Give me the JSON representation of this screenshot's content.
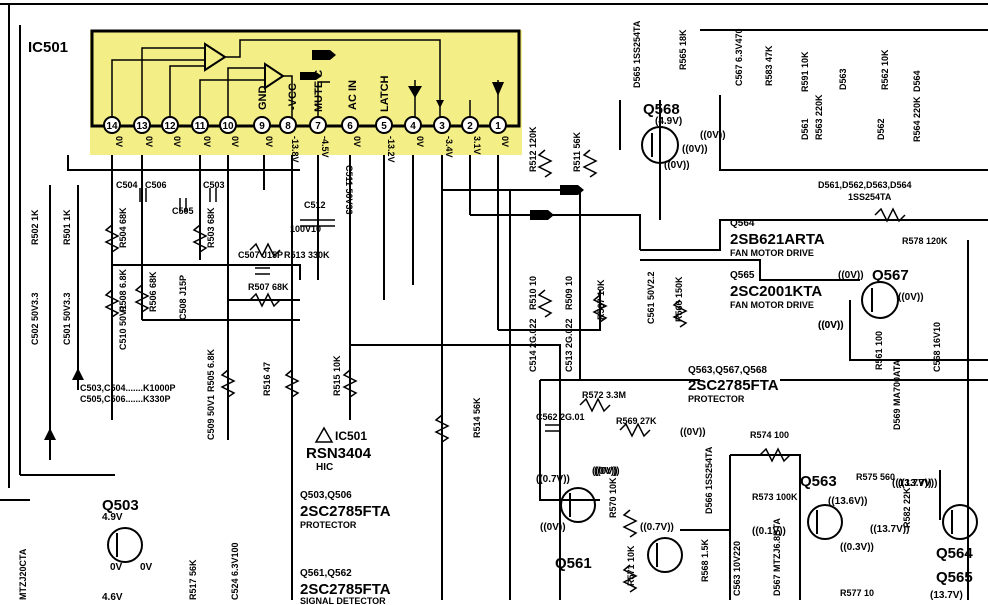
{
  "colors": {
    "highlight": "#f4ee86",
    "ink": "#000000",
    "paper": "#ffffff"
  },
  "ic501": {
    "ref": "IC501",
    "pin_numbers": [
      "14",
      "13",
      "12",
      "11",
      "10",
      "9",
      "8",
      "7",
      "6",
      "5",
      "4",
      "3",
      "2",
      "1"
    ],
    "pin_labels": [
      "GND",
      "-VCC",
      "MUTE C",
      "AC IN",
      "LATCH"
    ],
    "pin_voltages": [
      "0V",
      "0V",
      "0V",
      "0V",
      "0V",
      "0V",
      "-13.8V",
      "-4.5V",
      "0V",
      "-13.2V",
      "0V",
      "-3.4V",
      "3.1V",
      "0V"
    ],
    "part_number": "RSN3404",
    "part_type": "HIC",
    "warning_ref": "IC501"
  },
  "transistors": {
    "q568": {
      "ref": "Q568",
      "v1": "(4.9V)",
      "v2": "((0V))",
      "v3": "((0V))"
    },
    "q567": {
      "ref": "Q567",
      "v1": "((0V))",
      "v2": "((0V))",
      "v3": "((0V))"
    },
    "q563": {
      "ref": "Q563",
      "v1": "((13.6V))",
      "v2": "((13.7V))",
      "v3": "((0.3V))"
    },
    "q564": {
      "ref": "Q564",
      "v1": "((13.7V))"
    },
    "q565": {
      "ref": "Q565",
      "v1": "(13.7V)"
    },
    "q561": {
      "ref": "Q561",
      "v1": "((0.7V))",
      "v2": "((0V))",
      "v3": "((0V))",
      "v4": "((0.7V))"
    },
    "q503": {
      "ref": "Q503",
      "v1": "4.9V",
      "v2": "0V",
      "v3": "0V",
      "v4": "4.6V"
    }
  },
  "components": {
    "r502": "R502 1K",
    "r501": "R501 1K",
    "c502": "C502 50V3.3",
    "c501": "C501 50V3.3",
    "c504": "C504",
    "c506": "C506",
    "c503": "C503",
    "c505": "C505",
    "r504": "R504 68K",
    "r503": "R503 68K",
    "r508": "R508 6.8K",
    "r506": "R506 68K",
    "c508": "C508 J15P",
    "c510": "C510 50V1",
    "c512": "C512",
    "c512v": "100V10",
    "r513": "R513 330K",
    "c507": "C507 J15P",
    "r507": "R507 68K",
    "r505": "R505 6.8K",
    "c509": "C509 50V1",
    "r516": "R516 47",
    "r515": "R515 10K",
    "c511": "C511 50V33",
    "r514": "R514 56K",
    "r512": "R512 120K",
    "r511": "R511 56K",
    "r510": "R510 10",
    "r509": "R509 10",
    "r567": "R567 10K",
    "c561": "C561 50V2.2",
    "r566": "R566 150K",
    "c514": "C514 2G.022",
    "c513": "C513 2G.022",
    "d565": "D565 1SS254TA",
    "r565": "R565 18K",
    "c567": "C567 6.3V470",
    "r583": "R583 47K",
    "r591": "R591 10K",
    "r563": "R563 220K",
    "r564": "R564 220K",
    "d561": "D561",
    "d563": "D563",
    "d562": "D562",
    "d564": "D564",
    "r562": "R562 10K",
    "r578": "R578 120K",
    "r561": "R561 100",
    "c568": "C568 16V10",
    "d569": "D569 MA700ATA",
    "r572": "R572 3.3M",
    "c562": "C562 2G.01",
    "r569": "R569 27K",
    "r574": "R574 100",
    "r575": "R575 560",
    "r573": "R573 100K",
    "d566": "D566 1SS254TA",
    "r570": "R570 10K",
    "r571": "R571 10K",
    "r568": "R568 1.5K",
    "c563": "C563 10V220",
    "d567": "D567 MTZJ6.8BTA",
    "r577": "R577 10",
    "r582": "R582 22K",
    "r517": "R517 56K",
    "c524": "C524 6.3V100",
    "d_low": "MTZJ20CTA"
  },
  "notes": {
    "caps1": "C503,C504.......K1000P",
    "caps2": "C505,C506.......K330P",
    "diodes": "D561,D562,D563,D564",
    "diode_part": "1SS254TA",
    "v_a": "((0V))",
    "v_b": "((0.1V))",
    "v_c": "((0V))",
    "v_d": "((0V))",
    "v_e": "((13.7V))",
    "v_f": "((0V))"
  },
  "parts": [
    {
      "part": "2SB621ARTA",
      "desc": "FAN MOTOR DRIVE"
    },
    {
      "part": "2SC2001KTA",
      "desc": "FAN MOTOR DRIVE"
    },
    {
      "part": "2SC2785FTA",
      "desc": "PROTECTOR"
    },
    {
      "part": "2SC2785FTA",
      "desc": "PROTECTOR"
    },
    {
      "part": "2SC2785FTA",
      "desc": "SIGNAL DETECTOR"
    }
  ],
  "part_refs": [
    "Q564",
    "Q565",
    "Q563,Q567,Q568",
    "Q503,Q506",
    "Q561,Q562"
  ]
}
